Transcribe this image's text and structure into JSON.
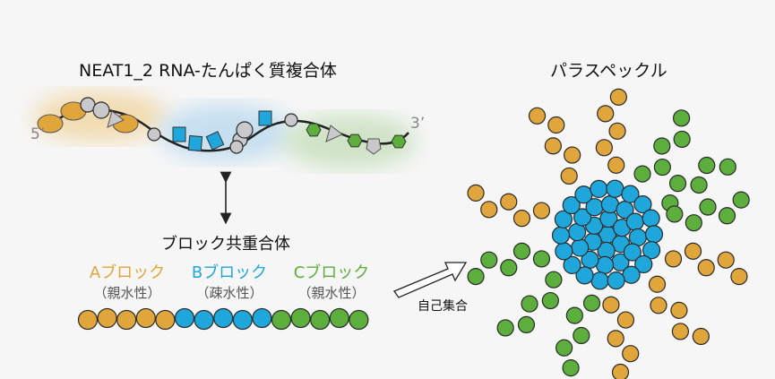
{
  "left_title": "NEAT1_2 RNA-たんぱく質複合体",
  "right_title": "パラスペックル",
  "five_prime": "5’",
  "three_prime": "3’",
  "copolymer_label": "ブロック共重合体",
  "blocks": [
    {
      "name": "Aブロック",
      "property": "（親水性）",
      "color": "#e0a63c"
    },
    {
      "name": "Bブロック",
      "property": "（疎水性）",
      "color": "#1fa6da"
    },
    {
      "name": "Cブロック",
      "property": "（親水性）",
      "color": "#5cae3d"
    }
  ],
  "self_assembly_label": "自己集合",
  "colors": {
    "orange": "#e0a63c",
    "blue": "#1fa6da",
    "green": "#5cae3d",
    "gray": "#c9c9cc"
  }
}
